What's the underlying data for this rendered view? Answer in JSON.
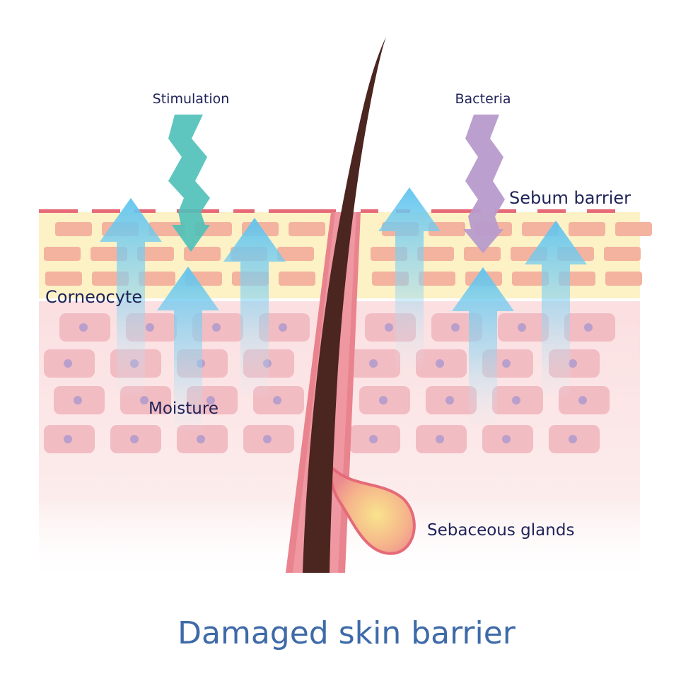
{
  "diagram": {
    "title": "Damaged skin barrier",
    "labels": {
      "stimulation": "Stimulation",
      "bacteria": "Bacteria",
      "sebum_barrier": "Sebum barrier",
      "corneocyte": "Corneocyte",
      "moisture": "Moisture",
      "sebaceous_glands": "Sebaceous glands"
    }
  },
  "colors": {
    "title": "#3e6aa8",
    "label": "#1f2358",
    "stratum_yellow": "#fdf0c2",
    "corneocyte_brick": "#f2b4a0",
    "epidermis_bg": "#fbe6e6",
    "cell": "#f1bcc3",
    "nucleus": "#b9a0cb",
    "hair_shaft": "#4a2620",
    "follicle": "#e9727f",
    "moisture_arrow": "#63c6ee",
    "stimulation_arrow": "#4dbfb9",
    "bacteria_arrow": "#b79bcc",
    "sebum_line": "#e66a77"
  }
}
